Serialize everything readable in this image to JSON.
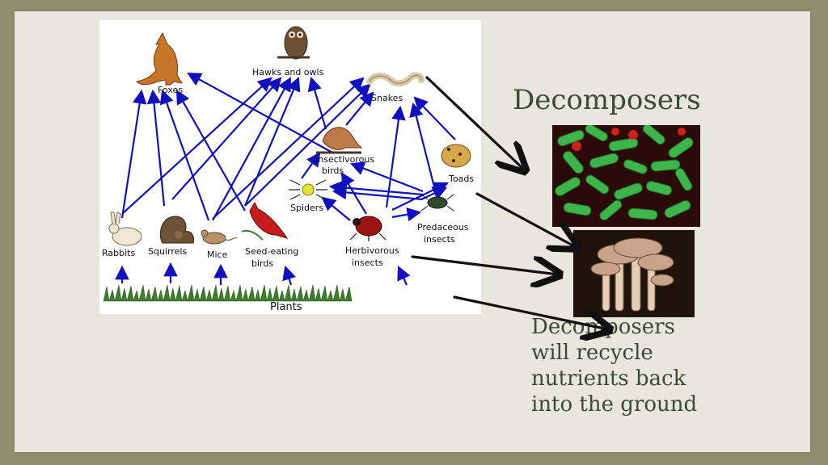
{
  "slide": {
    "title": "Decomposers",
    "caption_lines": [
      "Decomposers",
      "will recycle",
      "nutrients back",
      "into the ground"
    ]
  },
  "food_web": {
    "nodes": {
      "foxes": "Foxes",
      "hawks": "Hawks and owls",
      "snakes": "Snakes",
      "insect_birds_1": "Insectivorous",
      "insect_birds_2": "birds",
      "toads": "Toads",
      "spiders": "Spiders",
      "predaceous_1": "Predaceous",
      "predaceous_2": "insects",
      "rabbits": "Rabbits",
      "squirrels": "Squirrels",
      "mice": "Mice",
      "seed_birds_1": "Seed-eating",
      "seed_birds_2": "birds",
      "herbivorous_1": "Herbivorous",
      "herbivorous_2": "insects",
      "plants": "Plants"
    },
    "colors": {
      "arrow": "#1010c0",
      "black_arrow": "#111111"
    }
  }
}
